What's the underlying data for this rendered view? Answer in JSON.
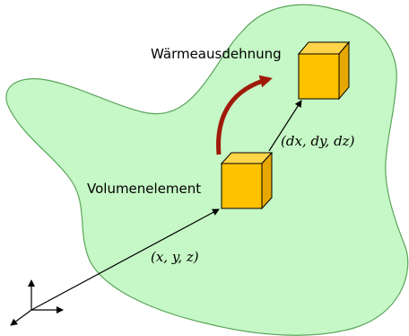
{
  "labels": {
    "thermal_expansion": "Wärmeausdehnung",
    "volume_element": "Volumenelement",
    "position_vector": "(x, y, z)",
    "displacement_vector": "(dx, dy, dz)"
  },
  "colors": {
    "body_fill": "#c6f7c6",
    "body_stroke": "#5aa55a",
    "cube_front": "#ffc200",
    "cube_top": "#ffd54a",
    "cube_side": "#e6a800",
    "cube_stroke": "#000000",
    "arrow_curved": "#a01a0a",
    "arrow_line": "#000000"
  },
  "icons": {
    "coordinate_axes": "coordinate-axes-icon"
  }
}
